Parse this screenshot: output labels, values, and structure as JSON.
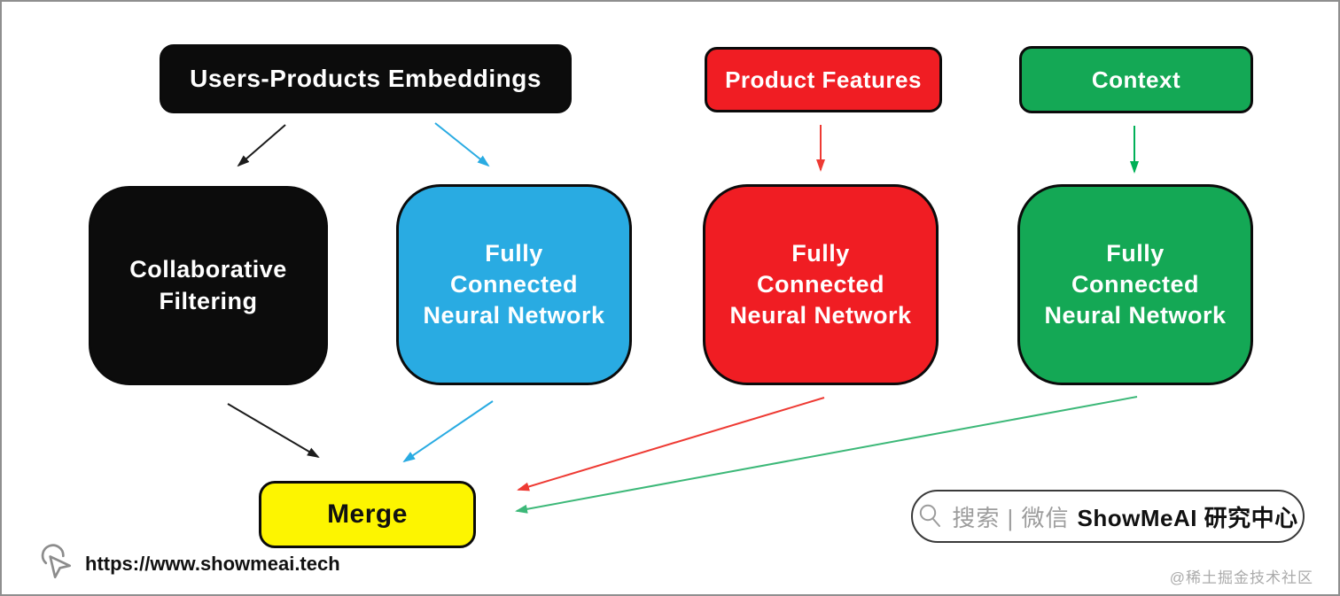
{
  "diagram": {
    "nodes": {
      "users_products_embeddings": {
        "label": "Users-Products Embeddings",
        "color": "#0c0c0c",
        "text_color": "#ffffff"
      },
      "product_features": {
        "label": "Product Features",
        "color": "#f01d23",
        "text_color": "#ffffff"
      },
      "context": {
        "label": "Context",
        "color": "#14a855",
        "text_color": "#ffffff"
      },
      "collaborative_filtering": {
        "lines": [
          "Collaborative",
          "Filtering"
        ],
        "color": "#0c0c0c",
        "text_color": "#ffffff"
      },
      "fcnn_blue": {
        "lines": [
          "Fully",
          "Connected",
          "Neural Network"
        ],
        "color": "#29abe2",
        "text_color": "#ffffff"
      },
      "fcnn_red": {
        "lines": [
          "Fully",
          "Connected",
          "Neural Network"
        ],
        "color": "#f01d23",
        "text_color": "#ffffff"
      },
      "fcnn_green": {
        "lines": [
          "Fully",
          "Connected",
          "Neural Network"
        ],
        "color": "#14a855",
        "text_color": "#ffffff"
      },
      "merge": {
        "label": "Merge",
        "color": "#fdf500",
        "text_color": "#111111"
      }
    },
    "arrow_colors": {
      "black": "#1c1c1c",
      "blue": "#29abe2",
      "red": "#ee3a33",
      "green_top": "#00b057",
      "green_long": "#3cb878"
    }
  },
  "footer": {
    "url": "https://www.showmeai.tech"
  },
  "search_badge": {
    "prefix": "搜索 | 微信",
    "brand": "ShowMeAI 研究中心"
  },
  "watermark": "@稀土掘金技术社区"
}
